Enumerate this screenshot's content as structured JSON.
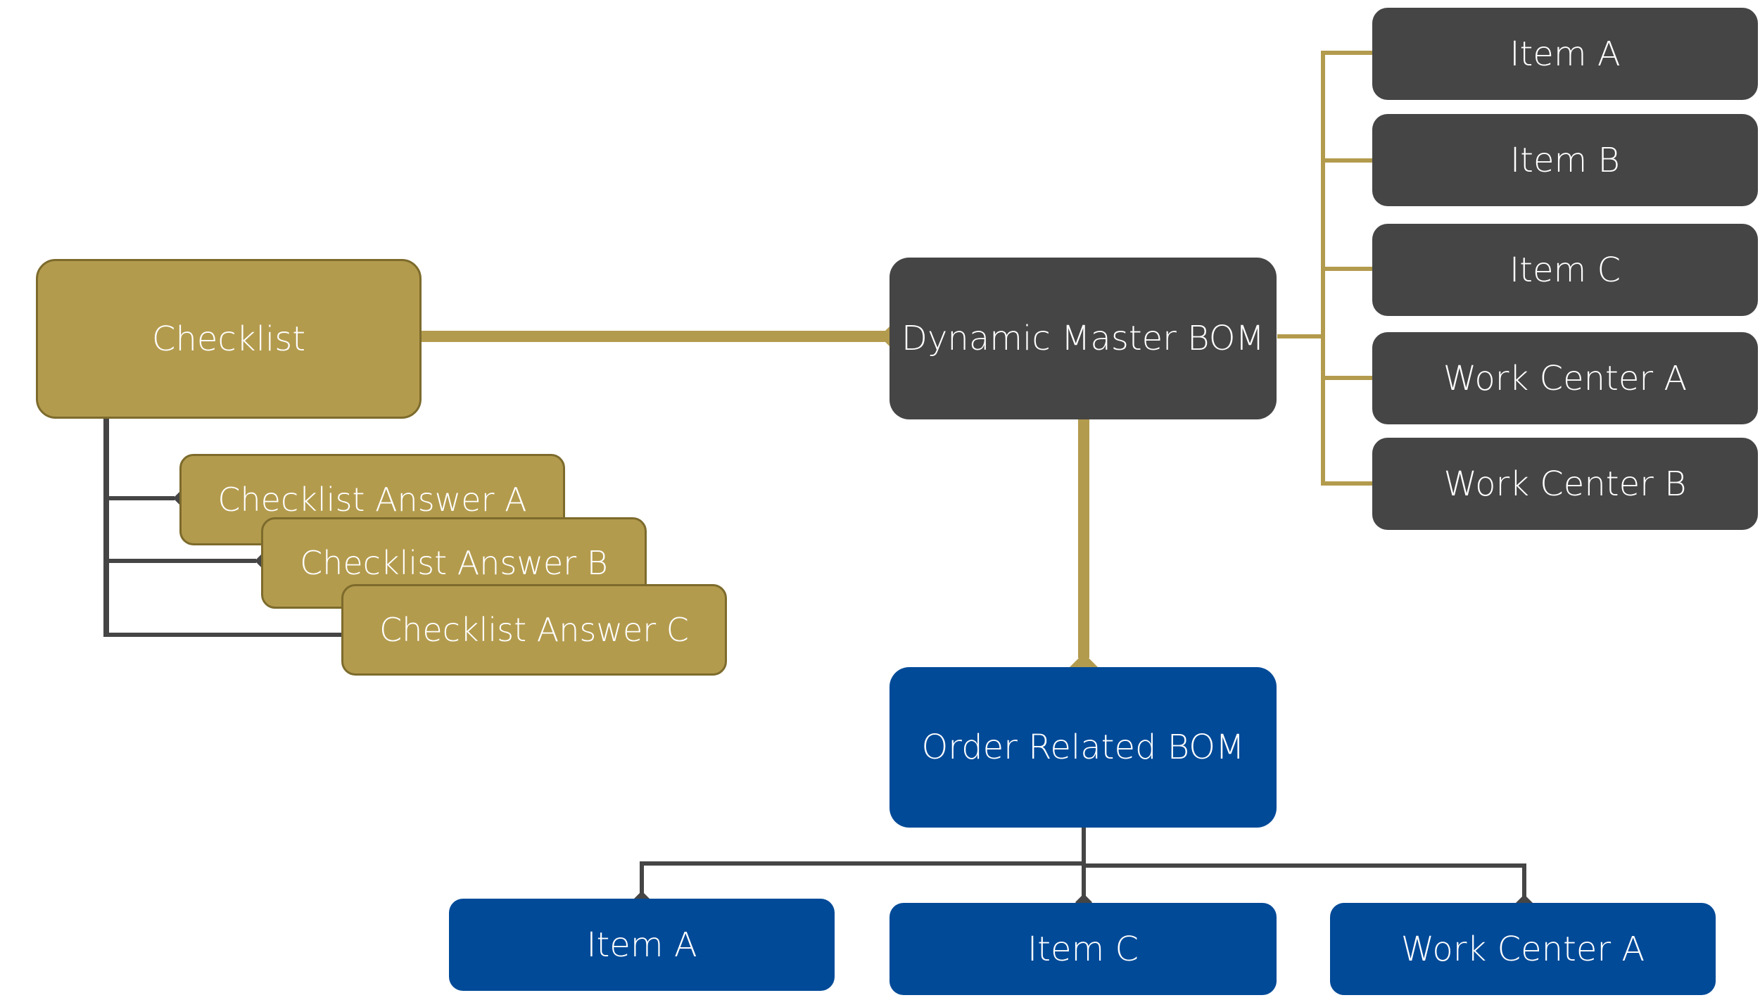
{
  "colors": {
    "gold": "#b39b4e",
    "gold_border": "#7d6b2c",
    "gray": "#454545",
    "blue": "#004a98",
    "connector_dark": "#454545"
  },
  "checklist": {
    "label": "Checklist",
    "answers": [
      "Checklist Answer A",
      "Checklist Answer B",
      "Checklist Answer C"
    ]
  },
  "master_bom": {
    "label": "Dynamic Master BOM",
    "children": [
      "Item A",
      "Item B",
      "Item C",
      "Work Center A",
      "Work Center B"
    ]
  },
  "order_bom": {
    "label": "Order Related BOM",
    "children": [
      "Item A",
      "Item C",
      "Work Center A"
    ]
  }
}
